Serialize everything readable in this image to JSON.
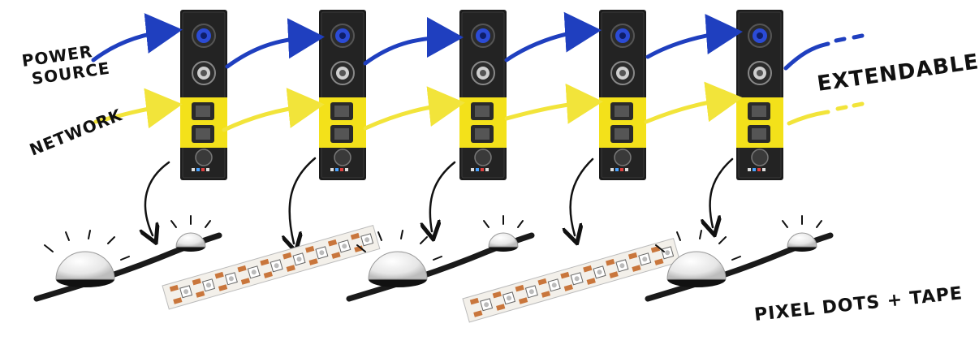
{
  "labels": {
    "power_source_line1": "POWER",
    "power_source_line2": "SOURCE",
    "network": "NETWORK",
    "extendable": "EXTENDABLE!",
    "pixel_dots_tape": "PIXEL DOTS + TAPE"
  },
  "colors": {
    "power_arrow": "#1f3fbf",
    "network_arrow": "#f2e43a",
    "device_body": "#1c1c1c",
    "device_panel": "#f3e11a",
    "power_connector": "#2b4bd6",
    "tape_base": "#f3f0ea",
    "tape_led": "#c9763c",
    "dot_diffuser": "#e9e9e9",
    "cable": "#1a1a1a"
  },
  "devices": [
    {
      "id": "node-1"
    },
    {
      "id": "node-2"
    },
    {
      "id": "node-3"
    },
    {
      "id": "node-4"
    },
    {
      "id": "node-5"
    }
  ],
  "fixtures": [
    {
      "type": "pixel-dots"
    },
    {
      "type": "pixel-tape"
    },
    {
      "type": "pixel-dots"
    },
    {
      "type": "pixel-tape"
    },
    {
      "type": "pixel-dots"
    }
  ]
}
